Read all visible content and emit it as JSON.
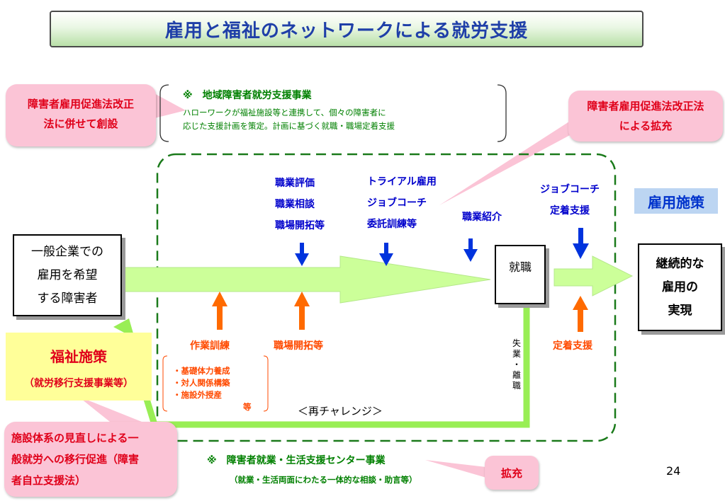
{
  "title": "雇用と福祉のネットワークによる就労支援",
  "callouts": {
    "left_top": [
      "障害者雇用促進法改正",
      "法に併せて創設"
    ],
    "right_top": [
      "障害者雇用促進法改正法",
      "による拡充"
    ],
    "bottom_left": [
      "施設体系の見直しによる一",
      "般就労への移行促進（障害",
      "者自立支援法）"
    ],
    "bottom_expand": "拡充"
  },
  "program_top": {
    "heading": "※　地域障害者就労支援事業",
    "lines": [
      "ハローワークが福祉施設等と連携して、個々の障害者に",
      "応じた支援計画を策定。計画に基づく就職・職場定着支援"
    ]
  },
  "program_bottom": {
    "heading": "※　障害者就業・生活支援センター事業",
    "sub": "（就業・生活両面にわたる一体的な相談・助言等）"
  },
  "boxes": {
    "start": [
      "一般企業での",
      "雇用を希望",
      "する障害者"
    ],
    "employment": "就職",
    "goal": [
      "継続的な",
      "雇用の",
      "実現"
    ]
  },
  "policy_labels": {
    "employment": "雇用施策",
    "welfare": "福祉施策",
    "welfare_sub": "（就労移行支援事業等）"
  },
  "employment_supports": {
    "group1": [
      "職業評価",
      "職業相談",
      "職場開拓等"
    ],
    "group2": [
      "トライアル雇用",
      "ジョブコーチ",
      "委託訓練等"
    ],
    "group3": "職業紹介",
    "group4": [
      "ジョブコーチ",
      "定着支援"
    ]
  },
  "welfare_supports": {
    "training": "作業訓練",
    "job_development": "職場開拓等",
    "retention": "定着支援",
    "training_items": [
      "・基礎体力養成",
      "・対人関係構築",
      "・施設外授産"
    ],
    "training_items_suffix": "等"
  },
  "job_loss": [
    "失",
    "業",
    "・",
    "離",
    "職"
  ],
  "rechallenge": "＜再チャレンジ＞",
  "page_number": "24",
  "colors": {
    "title_text": "#1f3fa8",
    "callout_bg": "#fbc4d6",
    "callout_text": "#e0001a",
    "program_text": "#008000",
    "support_blue": "#0000cc",
    "support_orange": "#ff4a00",
    "flow_arrow": "#ccff99",
    "dashed_border": "#1a7a1a"
  }
}
